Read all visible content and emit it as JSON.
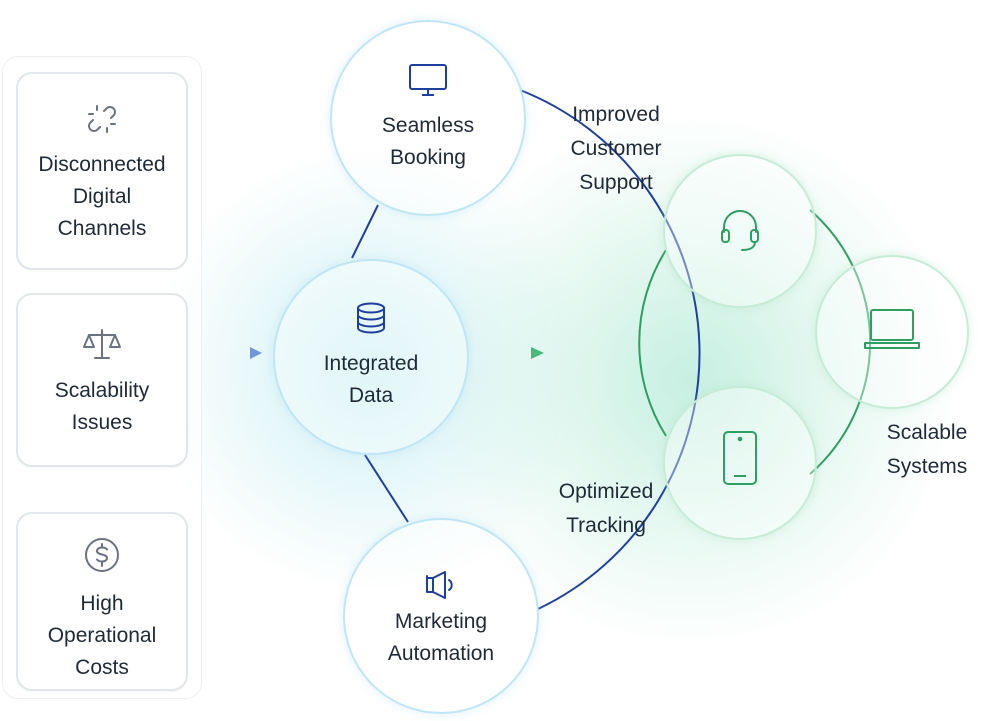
{
  "problems": [
    {
      "label": "Disconnected\nDigital\nChannels",
      "icon": "broken-link-icon"
    },
    {
      "label": "Scalability\nIssues",
      "icon": "scale-icon"
    },
    {
      "label": "High\nOperational\nCosts",
      "icon": "dollar-coin-icon"
    }
  ],
  "hub": {
    "label": "Integrated\nData",
    "icon": "database-icon"
  },
  "spokes": {
    "top": {
      "label": "Seamless\nBooking",
      "icon": "monitor-icon"
    },
    "bottom": {
      "label": "Marketing\nAutomation",
      "icon": "megaphone-icon"
    }
  },
  "outcomes": {
    "support": {
      "label": "Improved\nCustomer\nSupport",
      "icon": "headset-icon"
    },
    "tracking": {
      "label": "Optimized\nTracking",
      "icon": "smartphone-icon"
    },
    "scalable": {
      "label": "Scalable\nSystems",
      "icon": "laptop-icon"
    }
  },
  "colors": {
    "blue_accent": "#1f3f9e",
    "green_accent": "#2e9e62",
    "icon_gray": "#6b7280"
  }
}
